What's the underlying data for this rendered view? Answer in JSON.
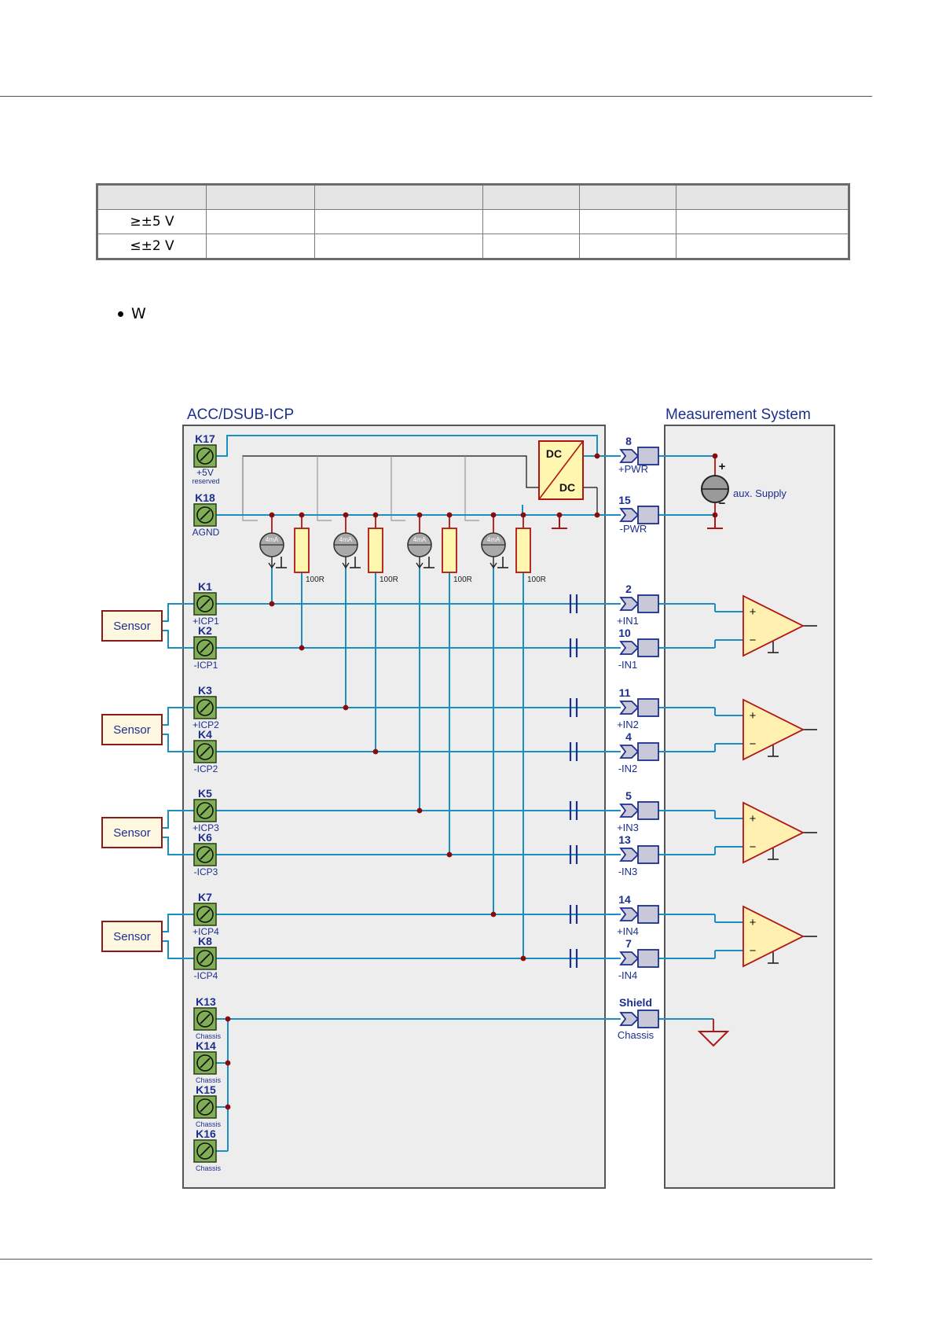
{
  "table": {
    "headers": [
      "",
      "",
      "",
      "",
      "",
      ""
    ],
    "rows": [
      [
        "≥±5 V",
        "",
        "",
        "",
        "",
        ""
      ],
      [
        "≤±2 V",
        "",
        "",
        "",
        "",
        ""
      ]
    ]
  },
  "bullet": "W",
  "diagram": {
    "module_title": "ACC/DSUB-ICP",
    "system_title": "Measurement System",
    "dc_top": "DC",
    "dc_bottom": "DC",
    "aux_supply": "aux. Supply",
    "plus_sign": "+",
    "minus_sign": "−",
    "k17": {
      "label": "K17",
      "sub1": "+5V",
      "sub2": "reserved"
    },
    "k18": {
      "label": "K18",
      "sub1": "AGND"
    },
    "current_source_label": "4mA",
    "resistor_label": "100R",
    "sensor_label": "Sensor",
    "icp_terminals": [
      {
        "label": "K1",
        "sub": "+ICP1"
      },
      {
        "label": "K2",
        "sub": "-ICP1"
      },
      {
        "label": "K3",
        "sub": "+ICP2"
      },
      {
        "label": "K4",
        "sub": "-ICP2"
      },
      {
        "label": "K5",
        "sub": "+ICP3"
      },
      {
        "label": "K6",
        "sub": "-ICP3"
      },
      {
        "label": "K7",
        "sub": "+ICP4"
      },
      {
        "label": "K8",
        "sub": "-ICP4"
      }
    ],
    "chassis_terminals": [
      {
        "label": "K13",
        "sub": "Chassis"
      },
      {
        "label": "K14",
        "sub": "Chassis"
      },
      {
        "label": "K15",
        "sub": "Chassis"
      },
      {
        "label": "K16",
        "sub": "Chassis"
      }
    ],
    "pins": [
      {
        "num": "8",
        "name": "+PWR"
      },
      {
        "num": "15",
        "name": "-PWR"
      },
      {
        "num": "2",
        "name": "+IN1"
      },
      {
        "num": "10",
        "name": "-IN1"
      },
      {
        "num": "11",
        "name": "+IN2"
      },
      {
        "num": "4",
        "name": "-IN2"
      },
      {
        "num": "5",
        "name": "+IN3"
      },
      {
        "num": "13",
        "name": "-IN3"
      },
      {
        "num": "14",
        "name": "+IN4"
      },
      {
        "num": "7",
        "name": "-IN4"
      },
      {
        "num": "Shield",
        "name": "Chassis"
      }
    ],
    "colors": {
      "wire": "#1a8fc1",
      "thin_wire": "#999999",
      "box_border": "#555555",
      "box_fill": "#ededed",
      "label_blue": "#1c2f8e",
      "terminal_fill": "#7fae55",
      "resistor_fill": "#fff6b0",
      "sensor_border": "#8b1a1a",
      "opamp_fill": "#fff0b0",
      "ground_red": "#b01515",
      "node": "#8b0a0a",
      "connector_fill": "#c8c8d8"
    }
  }
}
